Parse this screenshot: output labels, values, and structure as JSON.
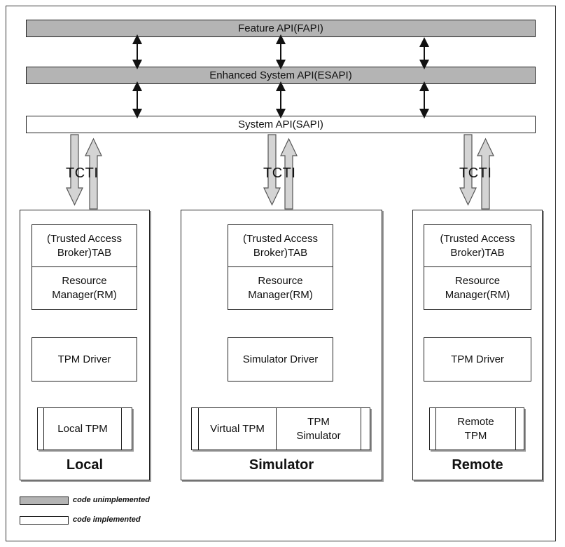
{
  "layers": {
    "fapi": "Feature API(FAPI)",
    "esapi": "Enhanced System API(ESAPI)",
    "sapi": "System API(SAPI)"
  },
  "tcti_label": "TCTI",
  "panels": {
    "local": {
      "title": "Local",
      "tab": "(Trusted Access\nBroker)TAB",
      "rm": "Resource\nManager(RM)",
      "driver": "TPM Driver",
      "tpm": "Local TPM"
    },
    "simulator": {
      "title": "Simulator",
      "tab": "(Trusted Access\nBroker)TAB",
      "rm": "Resource\nManager(RM)",
      "driver": "Simulator Driver",
      "tpm_left": "Virtual TPM",
      "tpm_right": "TPM\nSimulator"
    },
    "remote": {
      "title": "Remote",
      "tab": "(Trusted Access\nBroker)TAB",
      "rm": "Resource\nManager(RM)",
      "driver": "TPM Driver",
      "tpm": "Remote\nTPM"
    }
  },
  "legend": {
    "unimplemented": "code unimplemented",
    "implemented": "code implemented"
  },
  "colors": {
    "unimplemented": "#b4b4b4",
    "implemented": "#ffffff",
    "arrow_fill": "#d4d4d4"
  }
}
